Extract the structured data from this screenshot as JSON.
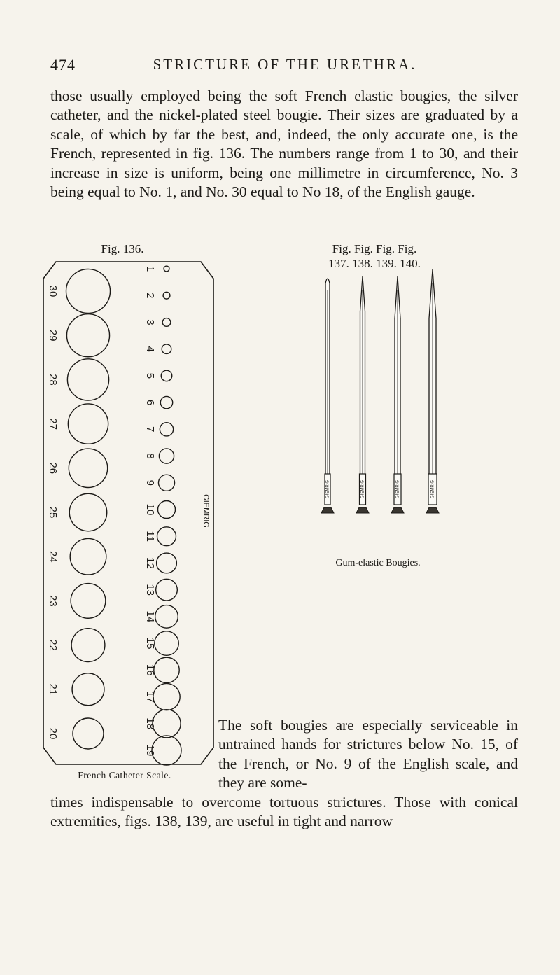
{
  "header": {
    "page_number": "474",
    "running_head": "STRICTURE OF THE URETHRA."
  },
  "paragraph_1": "those usually employed being the soft French elastic bougies, the silver catheter, and the nickel-plated steel bougie. Their sizes are graduated by a scale, of which by far the best, and, indeed, the only accurate one, is the French, represented in fig. 136. The numbers range from 1 to 30, and their increase in size is uniform, being one millimetre in circumference, No. 3 being equal to No. 1, and No. 30 equal to No 18, of the English gauge.",
  "figure_136": {
    "label": "Fig. 136.",
    "caption": "French Catheter Scale.",
    "maker_mark": "GIEMRIG",
    "right_column": [
      "1",
      "2",
      "3",
      "4",
      "5",
      "6",
      "7",
      "8",
      "9",
      "10",
      "11",
      "12",
      "13",
      "14",
      "15",
      "16",
      "17",
      "18",
      "19"
    ],
    "left_column": [
      "30",
      "29",
      "28",
      "27",
      "26",
      "25",
      "24",
      "23",
      "22",
      "21",
      "20"
    ]
  },
  "figures_137_140": {
    "label_line1": "Fig. Fig. Fig. Fig.",
    "label_line2": "137. 138. 139. 140.",
    "caption": "Gum-elastic Bougies.",
    "handle_marks": [
      "GIEMRIG",
      "GIEMRIG",
      "GIEMRIG",
      "GIEMRIG"
    ]
  },
  "paragraph_2_side": "The soft bougies are especially serviceable in untrained hands for strictures below No. 15, of the French, or No. 9 of the English scale, and they are some-",
  "paragraph_2_tail": "times indispensable to overcome tortuous strictures. Those with conical extremities, figs. 138, 139, are useful in tight and narrow"
}
